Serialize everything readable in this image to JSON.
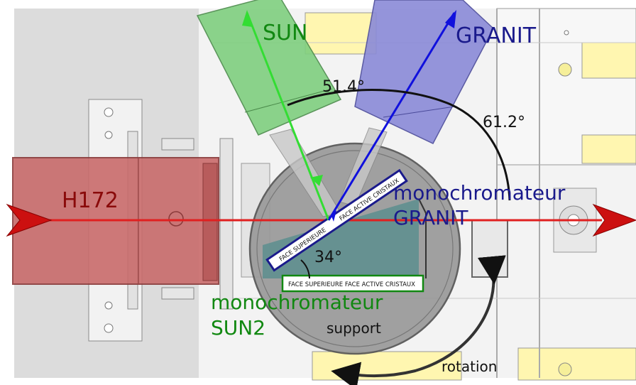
{
  "labels": {
    "sun": "SUN",
    "granit": "GRANIT",
    "h172": "H172",
    "angle_between": "51.4°",
    "angle_granit": "61.2°",
    "angle_crystal": "34°",
    "mono_granit_line1": "monochromateur",
    "mono_granit_line2": "GRANIT",
    "mono_sun2_line1": "monochromateur",
    "mono_sun2_line2": "SUN2",
    "support": "support",
    "rotation": "rotation",
    "crystal_face_top": "FACE SUPERIEURE",
    "crystal_face_active": "FACE ACTIVE CRISTAUX",
    "flat_crystal_text": "FACE SUPERIEURE   FACE ACTIVE CRISTAUX"
  },
  "colors": {
    "beam_red": "#e02020",
    "sun_arrow": "#33dd33",
    "granit_arrow": "#1010dd",
    "sun_body": "#7fcf7f",
    "granit_body": "#8a8ad8",
    "h172_body": "#c96b6b",
    "disk": "#9a9a9a",
    "teal": "#5f8f8f"
  }
}
